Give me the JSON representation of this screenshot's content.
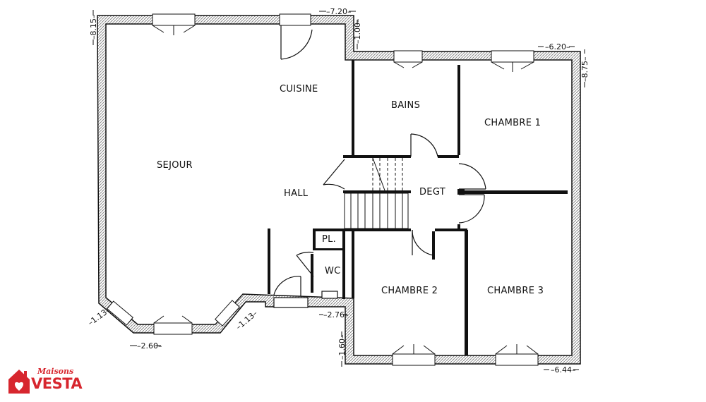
{
  "rooms": {
    "sejour": "SEJOUR",
    "cuisine": "CUISINE",
    "hall": "HALL",
    "bains": "BAINS",
    "chambre1": "CHAMBRE 1",
    "degt": "DEGT",
    "pl": "PL.",
    "wc": "WC",
    "chambre2": "CHAMBRE 2",
    "chambre3": "CHAMBRE 3"
  },
  "dimensions": {
    "top_width": "7.20",
    "left_height": "8.15",
    "step": "1.00",
    "right_width": "6.20",
    "right_height": "8.75",
    "bay_left": "1.13",
    "bay_front": "2.60",
    "bay_right": "1.13",
    "entry": "2.76",
    "bottom_step": "1.60",
    "bottom_width": "6.44"
  },
  "logo": {
    "script": "Maisons",
    "main": "VESTA",
    "color": "#d7262e"
  },
  "colors": {
    "wall_hatch": "#888888",
    "line": "#111111"
  }
}
